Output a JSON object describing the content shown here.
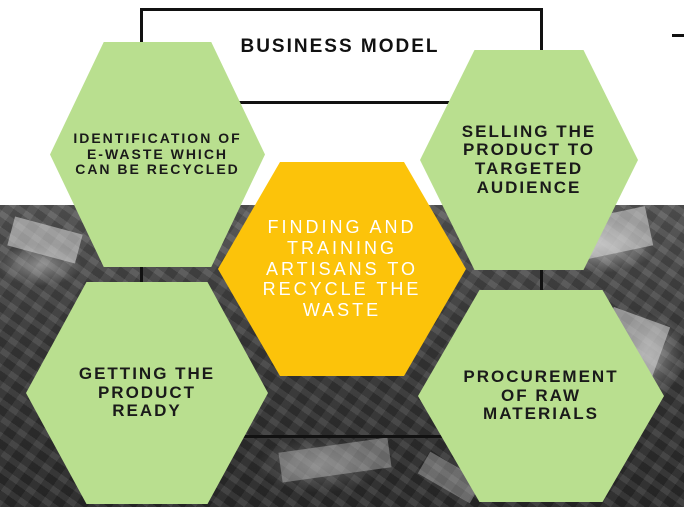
{
  "title": "BUSINESS MODEL",
  "steps": {
    "top_left": "IDENTIFICATION OF E-WASTE WHICH CAN BE RECYCLED",
    "center": "FINDING AND TRAINING ARTISANS TO RECYCLE THE WASTE",
    "top_right": "SELLING THE PRODUCT TO TARGETED AUDIENCE",
    "bottom_left": "GETTING THE PRODUCT READY",
    "bottom_right": "PROCUREMENT OF RAW MATERIALS"
  },
  "colors": {
    "hex_green": "#b9df8f",
    "hex_center": "#fcc30a",
    "center_text": "#ffffff",
    "text": "#1a1a1a"
  }
}
